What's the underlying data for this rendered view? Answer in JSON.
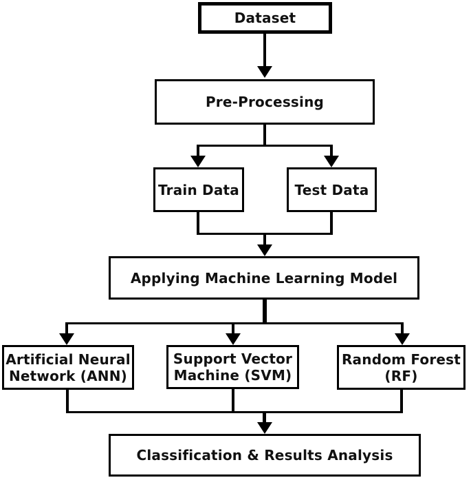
{
  "diagram": {
    "type": "flowchart",
    "description": "Machine learning workflow block diagram",
    "colors": {
      "background": "#ffffff",
      "line": "#000000",
      "box_border": "#000000",
      "text": "#111111"
    },
    "nodes": {
      "dataset": {
        "label": "Dataset"
      },
      "preprocessing": {
        "label": "Pre-Processing"
      },
      "train": {
        "label": "Train Data"
      },
      "test": {
        "label": "Test Data"
      },
      "model": {
        "label": "Applying Machine Learning Model"
      },
      "ann": {
        "line1": "Artificial Neural",
        "line2": "Network (ANN)"
      },
      "svm": {
        "line1": "Support Vector",
        "line2": "Machine (SVM)"
      },
      "rf": {
        "line1": "Random Forest",
        "line2": "(RF)"
      },
      "results": {
        "label": "Classification & Results Analysis"
      }
    },
    "edges": [
      "Dataset -> Pre-Processing",
      "Pre-Processing -> Train Data",
      "Pre-Processing -> Test Data",
      "Train Data -> Applying Machine Learning Model",
      "Test Data -> Applying Machine Learning Model",
      "Applying Machine Learning Model -> Artificial Neural Network (ANN)",
      "Applying Machine Learning Model -> Support Vector Machine (SVM)",
      "Applying Machine Learning Model -> Random Forest (RF)",
      "Artificial Neural Network (ANN) -> Classification & Results Analysis",
      "Support Vector Machine (SVM) -> Classification & Results Analysis",
      "Random Forest (RF) -> Classification & Results Analysis"
    ]
  }
}
